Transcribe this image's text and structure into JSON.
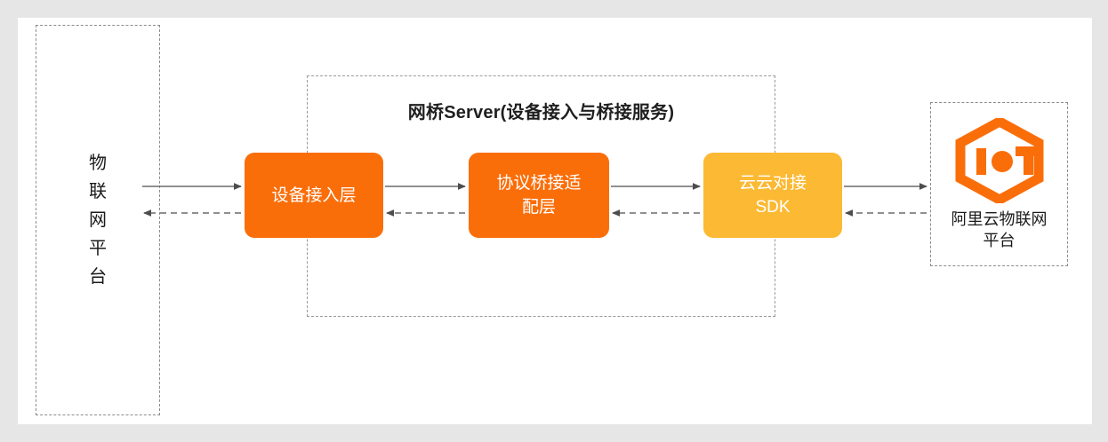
{
  "diagram": {
    "title": "IoT Bridge Server Architecture",
    "background": "#e6e6e6",
    "canvas_background": "#ffffff",
    "colors": {
      "orange": "#fa6e0a",
      "yellow": "#fcb933",
      "dashed_border": "#8c8c8c",
      "arrow": "#595959",
      "text_dark": "#1a1a1a",
      "text_light": "#ffffff"
    },
    "left_platform": {
      "name": "iot-platform",
      "label_chars": [
        "物",
        "联",
        "网",
        "平",
        "台"
      ],
      "label_full": "物联网平台",
      "border_style": "dashed"
    },
    "bridge_container": {
      "name": "bridge-server",
      "title": "网桥Server(设备接入与桥接服务)",
      "border_style": "dashed"
    },
    "nodes": [
      {
        "id": "device-access-layer",
        "label_lines": [
          "设备接入层"
        ],
        "label": "设备接入层",
        "color": "#fa6e0a"
      },
      {
        "id": "protocol-bridge-adapter-layer",
        "label_lines": [
          "协议桥接适",
          "配层"
        ],
        "label": "协议桥接适配层",
        "color": "#fa6e0a"
      },
      {
        "id": "cloud-to-cloud-sdk",
        "label_lines": [
          "云云对接",
          "SDK"
        ],
        "label": "云云对接SDK",
        "color": "#fcb933"
      }
    ],
    "right_platform": {
      "name": "aliyun-iot-platform",
      "logo": "iot-hexagon-logo",
      "caption_lines": [
        "阿里云物联网",
        "平台"
      ],
      "caption": "阿里云物联网平台",
      "border_style": "dashed"
    },
    "connections": [
      {
        "from": "iot-platform",
        "to": "device-access-layer",
        "style": "solid",
        "direction": "right"
      },
      {
        "from": "device-access-layer",
        "to": "iot-platform",
        "style": "dashed",
        "direction": "left"
      },
      {
        "from": "device-access-layer",
        "to": "protocol-bridge-adapter-layer",
        "style": "solid",
        "direction": "right"
      },
      {
        "from": "protocol-bridge-adapter-layer",
        "to": "device-access-layer",
        "style": "dashed",
        "direction": "left"
      },
      {
        "from": "protocol-bridge-adapter-layer",
        "to": "cloud-to-cloud-sdk",
        "style": "solid",
        "direction": "right"
      },
      {
        "from": "cloud-to-cloud-sdk",
        "to": "protocol-bridge-adapter-layer",
        "style": "dashed",
        "direction": "left"
      },
      {
        "from": "cloud-to-cloud-sdk",
        "to": "aliyun-iot-platform",
        "style": "solid",
        "direction": "right"
      },
      {
        "from": "aliyun-iot-platform",
        "to": "cloud-to-cloud-sdk",
        "style": "dashed",
        "direction": "left"
      }
    ]
  }
}
